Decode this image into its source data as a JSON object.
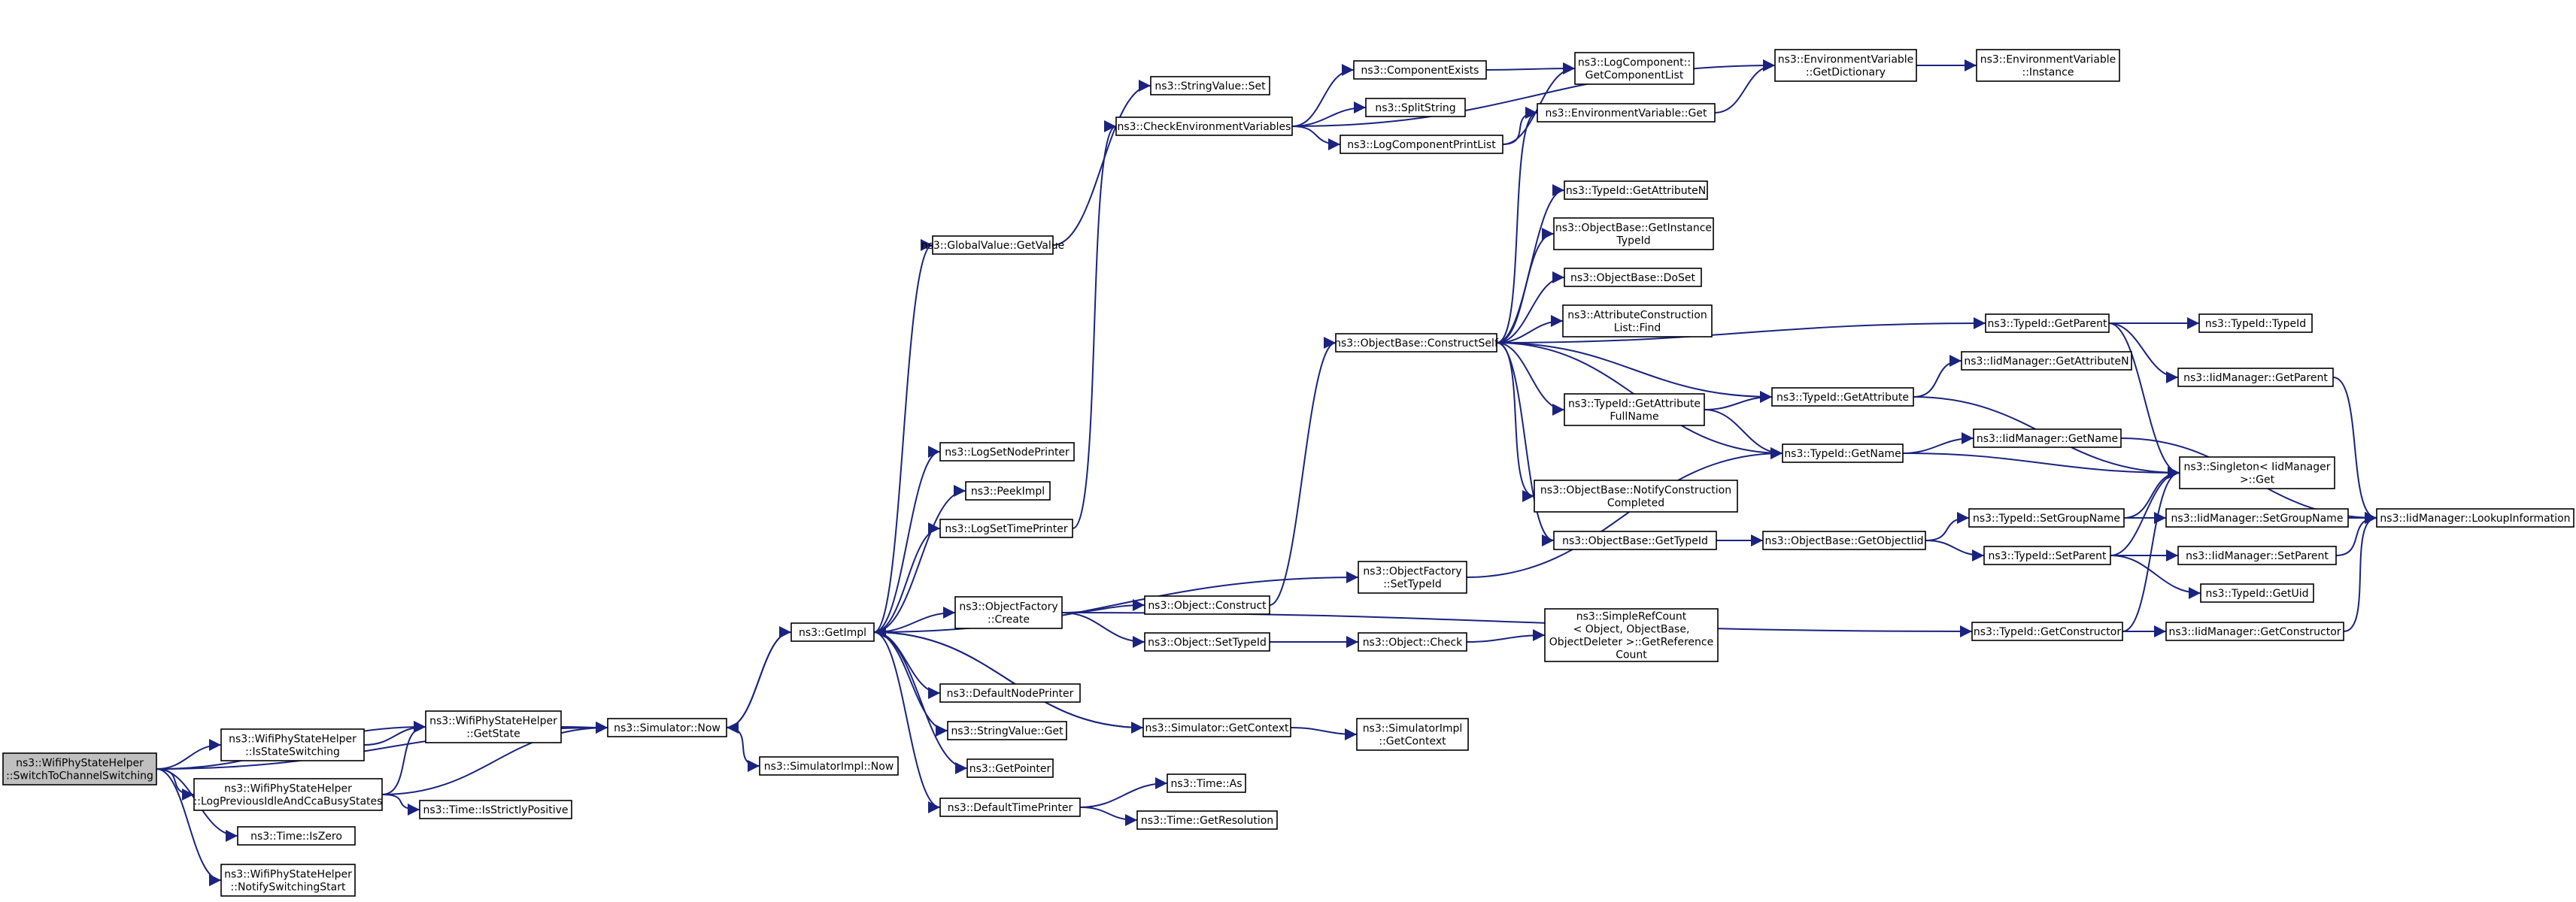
{
  "nodes": [
    {
      "id": "root",
      "lines": [
        "ns3::WifiPhyStateHelper",
        "::SwitchToChannelSwitching"
      ],
      "root": true
    },
    {
      "id": "isStateSwitching",
      "lines": [
        "ns3::WifiPhyStateHelper",
        "::IsStateSwitching"
      ]
    },
    {
      "id": "logPrevIdle",
      "lines": [
        "ns3::WifiPhyStateHelper",
        "::LogPreviousIdleAndCcaBusyStates"
      ]
    },
    {
      "id": "timeIsZero",
      "lines": [
        "ns3::Time::IsZero"
      ]
    },
    {
      "id": "notifySwitchingStart",
      "lines": [
        "ns3::WifiPhyStateHelper",
        "::NotifySwitchingStart"
      ]
    },
    {
      "id": "getState",
      "lines": [
        "ns3::WifiPhyStateHelper",
        "::GetState"
      ]
    },
    {
      "id": "timeIsStrictlyPositive",
      "lines": [
        "ns3::Time::IsStrictlyPositive"
      ]
    },
    {
      "id": "simNow",
      "lines": [
        "ns3::Simulator::Now"
      ]
    },
    {
      "id": "simImplNow",
      "lines": [
        "ns3::SimulatorImpl::Now"
      ]
    },
    {
      "id": "getImpl",
      "lines": [
        "ns3::GetImpl"
      ]
    },
    {
      "id": "globalValueGetValue",
      "lines": [
        "ns3::GlobalValue::GetValue"
      ]
    },
    {
      "id": "stringValueSet",
      "lines": [
        "ns3::StringValue::Set"
      ]
    },
    {
      "id": "checkEnvVars",
      "lines": [
        "ns3::CheckEnvironmentVariables"
      ]
    },
    {
      "id": "logSetNodePrinter",
      "lines": [
        "ns3::LogSetNodePrinter"
      ]
    },
    {
      "id": "peekImpl",
      "lines": [
        "ns3::PeekImpl"
      ]
    },
    {
      "id": "logSetTimePrinter",
      "lines": [
        "ns3::LogSetTimePrinter"
      ]
    },
    {
      "id": "objectFactoryCreate",
      "lines": [
        "ns3::ObjectFactory",
        "::Create"
      ]
    },
    {
      "id": "defaultNodePrinter",
      "lines": [
        "ns3::DefaultNodePrinter"
      ]
    },
    {
      "id": "stringValueGet",
      "lines": [
        "ns3::StringValue::Get"
      ]
    },
    {
      "id": "getPointer",
      "lines": [
        "ns3::GetPointer"
      ]
    },
    {
      "id": "defaultTimePrinter",
      "lines": [
        "ns3::DefaultTimePrinter"
      ]
    },
    {
      "id": "componentExists",
      "lines": [
        "ns3::ComponentExists"
      ]
    },
    {
      "id": "splitString",
      "lines": [
        "ns3::SplitString"
      ]
    },
    {
      "id": "logComponentPrintList",
      "lines": [
        "ns3::LogComponentPrintList"
      ]
    },
    {
      "id": "objectConstruct",
      "lines": [
        "ns3::Object::Construct"
      ]
    },
    {
      "id": "objectSetTypeId",
      "lines": [
        "ns3::Object::SetTypeId"
      ]
    },
    {
      "id": "simGetContext",
      "lines": [
        "ns3::Simulator::GetContext"
      ]
    },
    {
      "id": "timeAs",
      "lines": [
        "ns3::Time::As"
      ]
    },
    {
      "id": "timeGetResolution",
      "lines": [
        "ns3::Time::GetResolution"
      ]
    },
    {
      "id": "objectBaseConstructSelf",
      "lines": [
        "ns3::ObjectBase::ConstructSelf"
      ]
    },
    {
      "id": "objectFactorySetTypeId",
      "lines": [
        "ns3::ObjectFactory",
        "::SetTypeId"
      ]
    },
    {
      "id": "objectCheck",
      "lines": [
        "ns3::Object::Check"
      ]
    },
    {
      "id": "simImplGetContext",
      "lines": [
        "ns3::SimulatorImpl",
        "::GetContext"
      ]
    },
    {
      "id": "logComponentGetList",
      "lines": [
        "ns3::LogComponent::",
        "GetComponentList"
      ]
    },
    {
      "id": "envVarGet",
      "lines": [
        "ns3::EnvironmentVariable::Get"
      ]
    },
    {
      "id": "typeIdGetAttributeN",
      "lines": [
        "ns3::TypeId::GetAttributeN"
      ]
    },
    {
      "id": "objectBaseGetInstanceTypeId",
      "lines": [
        "ns3::ObjectBase::GetInstance",
        "TypeId"
      ]
    },
    {
      "id": "objectBaseDoSet",
      "lines": [
        "ns3::ObjectBase::DoSet"
      ]
    },
    {
      "id": "attrConstructionListFind",
      "lines": [
        "ns3::AttributeConstruction",
        "List::Find"
      ]
    },
    {
      "id": "typeIdGetAttributeFullName",
      "lines": [
        "ns3::TypeId::GetAttribute",
        "FullName"
      ]
    },
    {
      "id": "objectBaseNotifyConstructionCompleted",
      "lines": [
        "ns3::ObjectBase::NotifyConstruction",
        "Completed"
      ]
    },
    {
      "id": "objectBaseGetTypeId",
      "lines": [
        "ns3::ObjectBase::GetTypeId"
      ]
    },
    {
      "id": "simpleRefCount",
      "lines": [
        "ns3::SimpleRefCount",
        "< Object, ObjectBase,",
        "ObjectDeleter >::GetReference",
        "Count"
      ]
    },
    {
      "id": "envVarGetDictionary",
      "lines": [
        "ns3::EnvironmentVariable",
        "::GetDictionary"
      ]
    },
    {
      "id": "envVarInstance",
      "lines": [
        "ns3::EnvironmentVariable",
        "::Instance"
      ]
    },
    {
      "id": "typeIdGetAttribute",
      "lines": [
        "ns3::TypeId::GetAttribute"
      ]
    },
    {
      "id": "typeIdGetName",
      "lines": [
        "ns3::TypeId::GetName"
      ]
    },
    {
      "id": "objectBaseGetObjectIid",
      "lines": [
        "ns3::ObjectBase::GetObjectIid"
      ]
    },
    {
      "id": "typeIdGetParent",
      "lines": [
        "ns3::TypeId::GetParent"
      ]
    },
    {
      "id": "iidManagerGetAttributeN",
      "lines": [
        "ns3::IidManager::GetAttributeN"
      ]
    },
    {
      "id": "iidManagerGetName",
      "lines": [
        "ns3::IidManager::GetName"
      ]
    },
    {
      "id": "typeIdSetGroupName",
      "lines": [
        "ns3::TypeId::SetGroupName"
      ]
    },
    {
      "id": "typeIdSetParent",
      "lines": [
        "ns3::TypeId::SetParent"
      ]
    },
    {
      "id": "typeIdGetConstructor",
      "lines": [
        "ns3::TypeId::GetConstructor"
      ]
    },
    {
      "id": "typeIdTypeId",
      "lines": [
        "ns3::TypeId::TypeId"
      ]
    },
    {
      "id": "iidManagerGetParent",
      "lines": [
        "ns3::IidManager::GetParent"
      ]
    },
    {
      "id": "singletonGet",
      "lines": [
        "ns3::Singleton< IidManager",
        " >::Get"
      ]
    },
    {
      "id": "iidManagerSetGroupName",
      "lines": [
        "ns3::IidManager::SetGroupName"
      ]
    },
    {
      "id": "iidManagerSetParent",
      "lines": [
        "ns3::IidManager::SetParent"
      ]
    },
    {
      "id": "typeIdGetUid",
      "lines": [
        "ns3::TypeId::GetUid"
      ]
    },
    {
      "id": "iidManagerGetConstructor",
      "lines": [
        "ns3::IidManager::GetConstructor"
      ]
    },
    {
      "id": "iidManagerLookupInformation",
      "lines": [
        "ns3::IidManager::LookupInformation"
      ]
    }
  ],
  "edges": [
    [
      "root",
      "getState"
    ],
    [
      "root",
      "simNow"
    ],
    [
      "root",
      "isStateSwitching"
    ],
    [
      "root",
      "logPrevIdle"
    ],
    [
      "root",
      "timeIsZero"
    ],
    [
      "root",
      "notifySwitchingStart"
    ],
    [
      "isStateSwitching",
      "getState"
    ],
    [
      "logPrevIdle",
      "getState"
    ],
    [
      "logPrevIdle",
      "simNow"
    ],
    [
      "logPrevIdle",
      "timeIsStrictlyPositive"
    ],
    [
      "getState",
      "simNow"
    ],
    [
      "simNow",
      "getImpl"
    ],
    [
      "simNow",
      "simImplNow"
    ],
    [
      "getImpl",
      "globalValueGetValue"
    ],
    [
      "getImpl",
      "logSetNodePrinter"
    ],
    [
      "getImpl",
      "peekImpl"
    ],
    [
      "getImpl",
      "logSetTimePrinter"
    ],
    [
      "getImpl",
      "objectFactoryCreate"
    ],
    [
      "getImpl",
      "objectFactorySetTypeId"
    ],
    [
      "getImpl",
      "defaultNodePrinter"
    ],
    [
      "getImpl",
      "stringValueGet"
    ],
    [
      "getImpl",
      "getPointer"
    ],
    [
      "getImpl",
      "defaultTimePrinter"
    ],
    [
      "getImpl",
      "simNow"
    ],
    [
      "getImpl",
      "simGetContext"
    ],
    [
      "globalValueGetValue",
      "stringValueSet"
    ],
    [
      "logSetTimePrinter",
      "checkEnvVars"
    ],
    [
      "checkEnvVars",
      "componentExists"
    ],
    [
      "checkEnvVars",
      "splitString"
    ],
    [
      "checkEnvVars",
      "logComponentPrintList"
    ],
    [
      "checkEnvVars",
      "envVarGetDictionary"
    ],
    [
      "componentExists",
      "logComponentGetList"
    ],
    [
      "logComponentPrintList",
      "logComponentGetList"
    ],
    [
      "logComponentPrintList",
      "envVarGet"
    ],
    [
      "envVarGet",
      "envVarGetDictionary"
    ],
    [
      "envVarGetDictionary",
      "envVarInstance"
    ],
    [
      "objectFactoryCreate",
      "objectConstruct"
    ],
    [
      "objectFactoryCreate",
      "objectSetTypeId"
    ],
    [
      "objectFactoryCreate",
      "typeIdGetConstructor"
    ],
    [
      "objectConstruct",
      "objectBaseConstructSelf"
    ],
    [
      "objectSetTypeId",
      "objectCheck"
    ],
    [
      "objectCheck",
      "simpleRefCount"
    ],
    [
      "simGetContext",
      "simImplGetContext"
    ],
    [
      "simGetContext",
      "getImpl"
    ],
    [
      "defaultTimePrinter",
      "timeAs"
    ],
    [
      "defaultTimePrinter",
      "timeGetResolution"
    ],
    [
      "objectFactorySetTypeId",
      "typeIdGetName"
    ],
    [
      "objectBaseConstructSelf",
      "envVarGet"
    ],
    [
      "objectBaseConstructSelf",
      "typeIdGetParent"
    ],
    [
      "objectBaseConstructSelf",
      "typeIdGetAttributeN"
    ],
    [
      "objectBaseConstructSelf",
      "objectBaseGetInstanceTypeId"
    ],
    [
      "objectBaseConstructSelf",
      "objectBaseDoSet"
    ],
    [
      "objectBaseConstructSelf",
      "attrConstructionListFind"
    ],
    [
      "objectBaseConstructSelf",
      "typeIdGetAttribute"
    ],
    [
      "objectBaseConstructSelf",
      "typeIdGetAttributeFullName"
    ],
    [
      "objectBaseConstructSelf",
      "typeIdGetName"
    ],
    [
      "objectBaseConstructSelf",
      "objectBaseNotifyConstructionCompleted"
    ],
    [
      "objectBaseConstructSelf",
      "objectBaseGetTypeId"
    ],
    [
      "typeIdGetAttributeFullName",
      "typeIdGetAttribute"
    ],
    [
      "typeIdGetAttributeFullName",
      "typeIdGetName"
    ],
    [
      "objectBaseGetTypeId",
      "objectBaseGetObjectIid"
    ],
    [
      "objectBaseGetObjectIid",
      "typeIdSetGroupName"
    ],
    [
      "objectBaseGetObjectIid",
      "typeIdSetParent"
    ],
    [
      "typeIdGetAttribute",
      "iidManagerGetAttributeN"
    ],
    [
      "typeIdGetAttribute",
      "singletonGet"
    ],
    [
      "typeIdGetName",
      "iidManagerGetName"
    ],
    [
      "typeIdGetName",
      "singletonGet"
    ],
    [
      "typeIdGetParent",
      "typeIdTypeId"
    ],
    [
      "typeIdGetParent",
      "iidManagerGetParent"
    ],
    [
      "typeIdGetParent",
      "singletonGet"
    ],
    [
      "typeIdSetGroupName",
      "singletonGet"
    ],
    [
      "typeIdSetGroupName",
      "iidManagerSetGroupName"
    ],
    [
      "typeIdSetParent",
      "singletonGet"
    ],
    [
      "typeIdSetParent",
      "iidManagerSetParent"
    ],
    [
      "typeIdSetParent",
      "typeIdGetUid"
    ],
    [
      "typeIdGetConstructor",
      "singletonGet"
    ],
    [
      "typeIdGetConstructor",
      "iidManagerGetConstructor"
    ],
    [
      "iidManagerGetParent",
      "iidManagerLookupInformation"
    ],
    [
      "iidManagerGetName",
      "iidManagerLookupInformation"
    ],
    [
      "iidManagerSetGroupName",
      "iidManagerLookupInformation"
    ],
    [
      "iidManagerSetParent",
      "iidManagerLookupInformation"
    ],
    [
      "iidManagerGetConstructor",
      "iidManagerLookupInformation"
    ]
  ],
  "colors": {
    "edge": "#1a237e",
    "root_fill": "#bfbfbf",
    "node_fill": "#ffffff",
    "node_border": "#000000"
  }
}
